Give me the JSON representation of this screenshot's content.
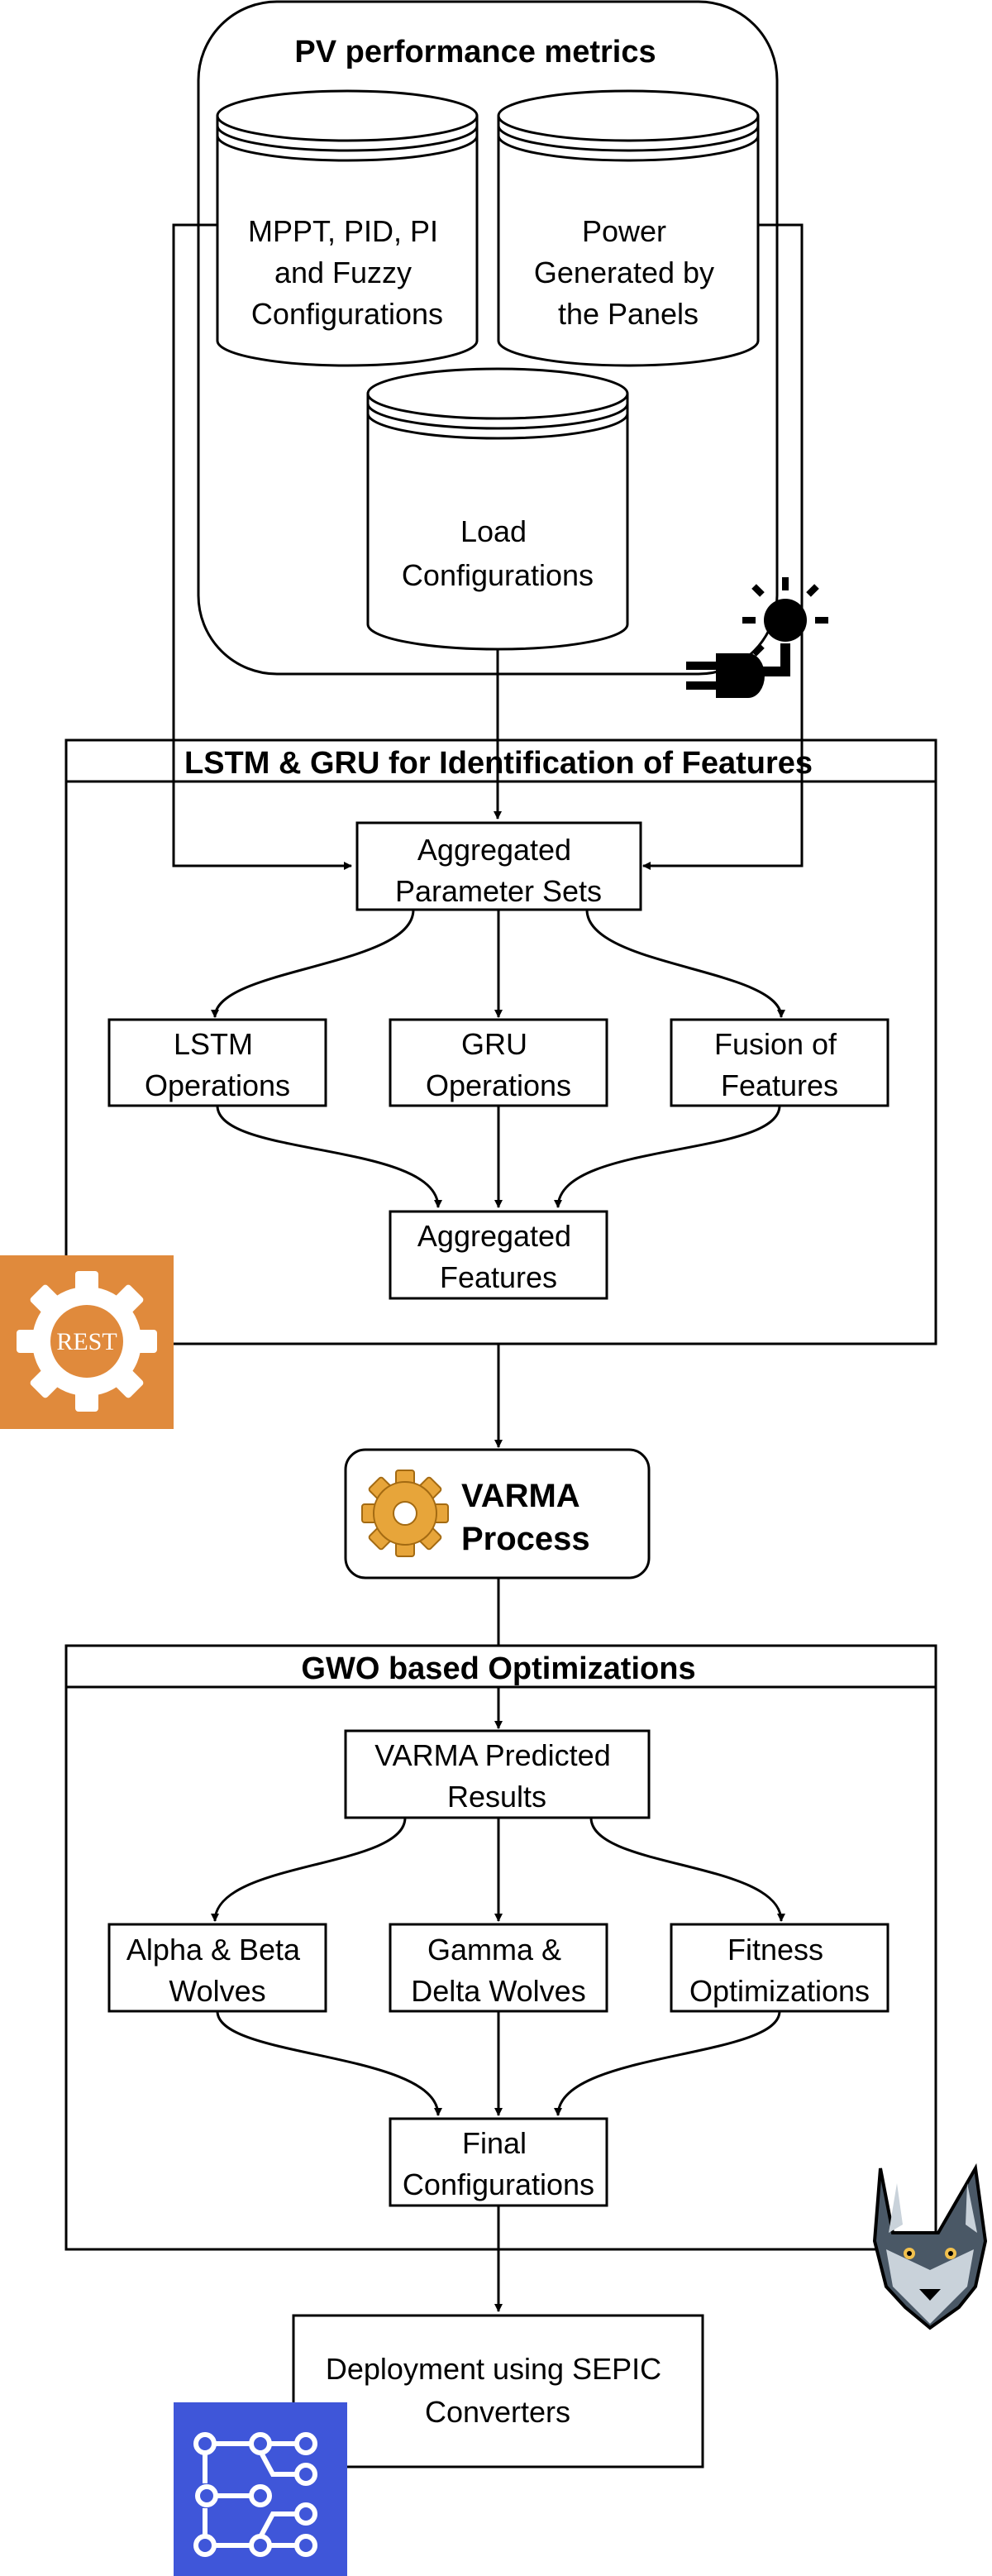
{
  "top": {
    "title": "PV performance metrics",
    "cyl_config": [
      "MPPT, PID, PI",
      "and Fuzzy",
      "Configurations"
    ],
    "cyl_power": [
      "Power",
      "Generated by",
      "the Panels"
    ],
    "cyl_load": [
      "Load",
      "Configurations"
    ]
  },
  "lstm_section": {
    "title": "LSTM & GRU for Identification of Features",
    "aggregated_params": [
      "Aggregated",
      "Parameter Sets"
    ],
    "lstm_ops": [
      "LSTM",
      "Operations"
    ],
    "gru_ops": [
      "GRU",
      "Operations"
    ],
    "fusion": [
      "Fusion of",
      "Features"
    ],
    "aggregated_features": [
      "Aggregated",
      "Features"
    ]
  },
  "rest_icon_label": "REST",
  "varma": {
    "label": [
      "VARMA",
      "Process"
    ]
  },
  "gwo_section": {
    "title": "GWO based Optimizations",
    "predicted": [
      "VARMA Predicted",
      "Results"
    ],
    "alpha_beta": [
      "Alpha & Beta",
      "Wolves"
    ],
    "gamma_delta": [
      "Gamma &",
      "Delta Wolves"
    ],
    "fitness": [
      "Fitness",
      "Optimizations"
    ],
    "final": [
      "Final",
      "Configurations"
    ]
  },
  "deployment": [
    "Deployment using SEPIC",
    "Converters"
  ],
  "colors": {
    "rest_orange": "#E08A3C",
    "network_blue": "#3F56D9",
    "gear_gold": "#E7A53A",
    "wolf_gray": "#4A5866"
  }
}
